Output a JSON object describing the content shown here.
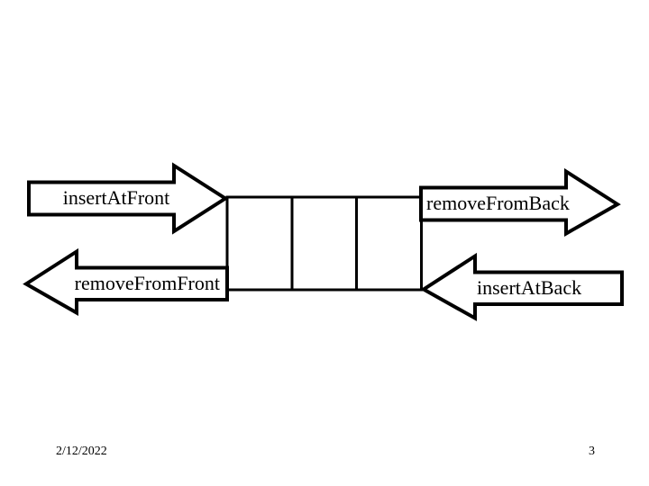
{
  "slide": {
    "background_color": "#ffffff",
    "line_color": "#000000",
    "footer": {
      "date": "2/12/2022",
      "page_number": "3"
    }
  },
  "diagram": {
    "description": "deque-operations-diagram",
    "array": {
      "cell_count": 3
    },
    "arrows": [
      {
        "id": "insert-at-front",
        "label": "insertAtFront",
        "direction": "right",
        "position": "top-left"
      },
      {
        "id": "remove-from-back",
        "label": "removeFromBack",
        "direction": "right",
        "position": "top-right"
      },
      {
        "id": "remove-from-front",
        "label": "removeFromFront",
        "direction": "left",
        "position": "bottom-left"
      },
      {
        "id": "insert-at-back",
        "label": "insertAtBack",
        "direction": "left",
        "position": "bottom-right"
      }
    ]
  }
}
